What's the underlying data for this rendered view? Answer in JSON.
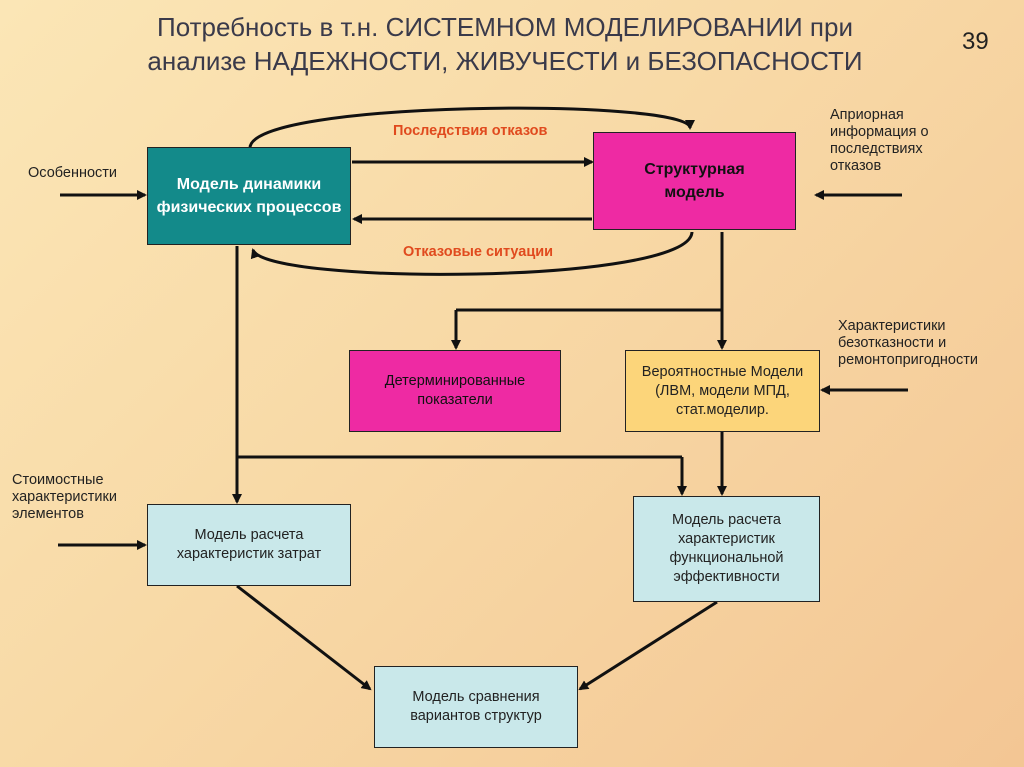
{
  "slide": {
    "title_line1": "Потребность в т.н. СИСТЕМНОМ МОДЕЛИРОВАНИИ при",
    "title_line2": "анализе НАДЕЖНОСТИ, ЖИВУЧЕСТИ и БЕЗОПАСНОСТИ",
    "page_number": "39"
  },
  "boxes": {
    "dynamics": "Модель динамики физических процессов",
    "structural": "Структурная модель",
    "deterministic": "Детерминированные показатели",
    "probabilistic": "Вероятностные Модели (ЛВМ, модели МПД, стат.моделир.",
    "cost_model": "Модель расчета характеристик затрат",
    "functional_model": "Модель расчета характеристик функциональной эффективности",
    "comparison": "Модель сравнения вариантов структур"
  },
  "labels": {
    "features": "Особенности",
    "apriori": "Априорная информация о последствиях отказов",
    "reliability_chars": "Характеристики безотказности и ремонтопригодности",
    "cost_chars": "Стоимостные характеристики элементов",
    "failure_consequences": "Последствия отказов",
    "failure_situations": "Отказовые ситуации"
  },
  "colors": {
    "teal": "#138a8a",
    "pink": "#ee2aa3",
    "yellow": "#fcd57a",
    "light_blue": "#c9e8ea",
    "red_label": "#e04a1e"
  }
}
